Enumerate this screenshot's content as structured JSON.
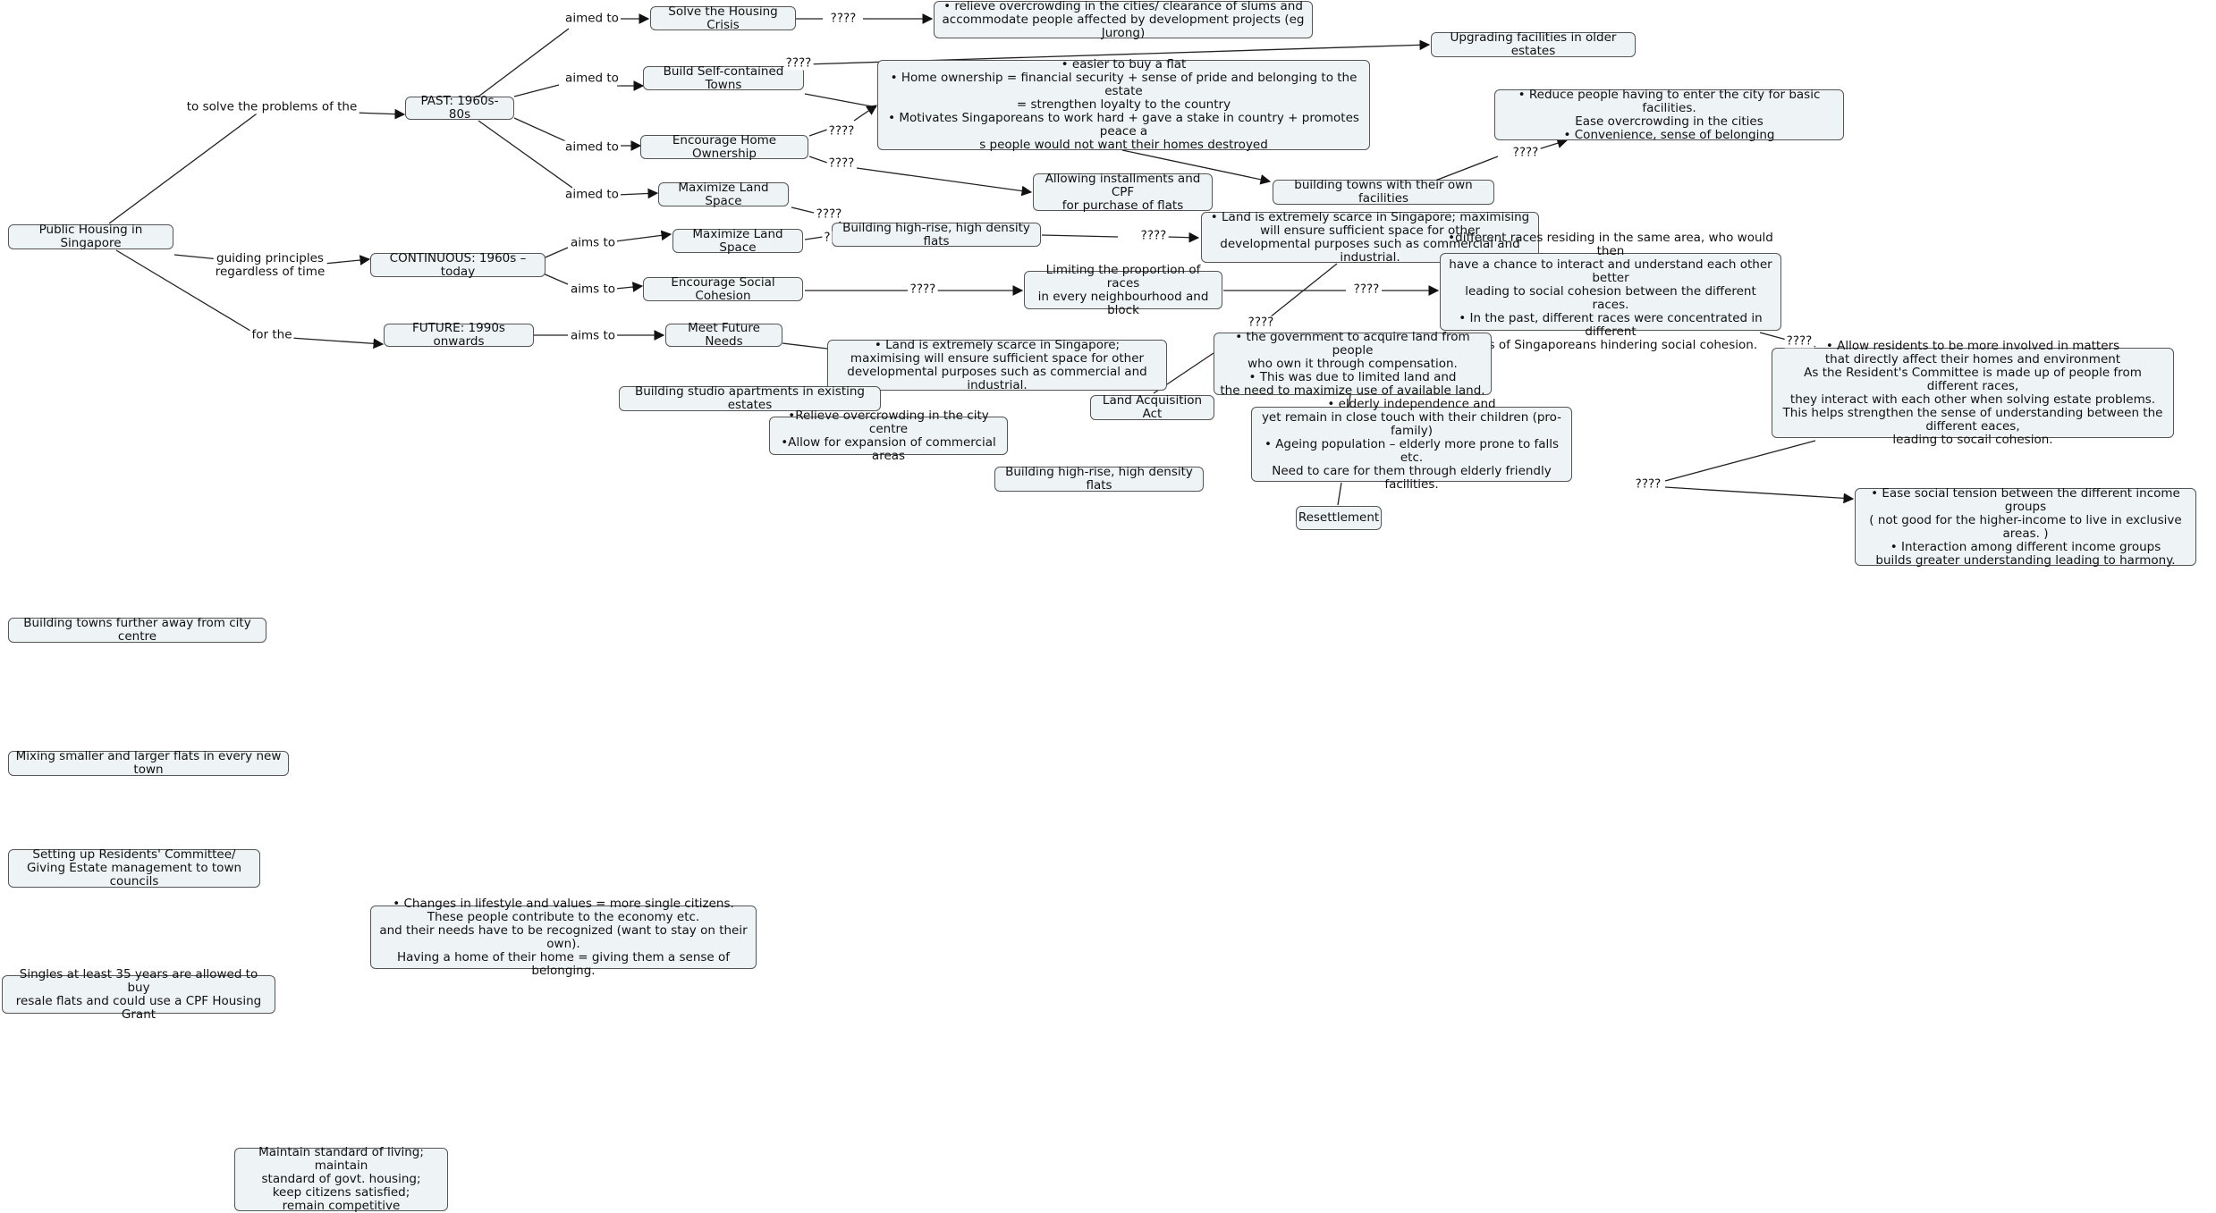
{
  "nodes": {
    "public_housing": "Public Housing in Singapore",
    "past": "PAST: 1960s-80s",
    "continuous": "CONTINUOUS: 1960s – today",
    "future": "FUTURE: 1990s onwards",
    "solve_housing_crisis": "Solve the Housing Crisis",
    "build_self_contained": "Build Self-contained Towns",
    "encourage_home_ownership": "Encourage Home Ownership",
    "maximize_land_past": "Maximize Land Space",
    "maximize_land_cont": "Maximize Land Space",
    "encourage_social_cohesion": "Encourage Social Cohesion",
    "meet_future_needs": "Meet Future Needs",
    "relieve_overcrowding": "• relieve overcrowding in the cities/ clearance of slums and\naccommodate people affected by development projects (eg Jurong)",
    "upgrading_facilities": "Upgrading facilities in older estates",
    "home_ownership_reasons": "•      easier to buy a flat\n•    Home ownership = financial security + sense of pride and belonging to the estate\n= strengthen loyalty to the country\n•    Motivates Singaporeans to work hard + gave a stake in country + promotes peace a\ns people would not want their homes destroyed",
    "reduce_people": "•    Reduce people having to enter the city for basic facilities.\nEase overcrowding in the cities\n•    Convenience, sense of belonging",
    "allowing_installments": "Allowing installments and CPF\nfor purchase of flats",
    "towns_own_facilities": "building towns with their own facilities",
    "high_rise_1": "Building high-rise, high density flats",
    "land_scarce_1": "•    Land is extremely scarce in Singapore; maximising\nwill ensure sufficient space  for other\ndevelopmental purposes such as commercial and industrial.",
    "limiting_races": "Limiting the proportion of races\nin every neighbourhood and block",
    "different_races": "•different races residing in the same area, who would then\nhave a chance to interact and understand each other better\nleading to social cohesion between the different races.\n• In the past, different races were concentrated in different\nparts of Singaporeans hindering social cohesion.",
    "land_scarce_2": "•    Land is extremely scarce in Singapore;\nmaximising will ensure sufficient space  for other\ndevelopmental purposes such as commercial and industrial.",
    "studio_apartments": "Building studio apartments in existing estates",
    "gov_acquire": "•    the government to acquire land from people\nwho own it through compensation.\n•    This was due to limited land and\nthe need to maximize use of available land.",
    "land_acquisition_act": "Land Acquisition Act",
    "relieve_city_centre": "•Relieve overcrowding in the city centre\n•Allow for expansion of commercial areas",
    "elderly": "•    elderly independence and\nyet remain in close touch with their children (pro-family)\n•    Ageing population – elderly more prone to falls etc.\nNeed to care for them through elderly friendly facilities.",
    "high_rise_2": "Building high-rise, high density flats",
    "resettlement": "Resettlement",
    "allow_residents": "•    Allow residents to be more involved in matters\nthat directly affect their homes and environment\nAs the Resident's Committee is made up of people from different races,\nthey interact with each other when solving estate problems.\nThis helps strengthen the sense of understanding between the different eaces,\nleading to socail cohesion.",
    "ease_social_tension": "•    Ease social tension between the different income groups\n( not good for the higher-income to live in exclusive areas. )\n•    Interaction among different income groups\nbuilds greater understanding leading to harmony.",
    "towns_further": "Building towns further away from city centre",
    "mixing_flats": "Mixing smaller and larger flats in every new town",
    "residents_committee": "Setting up Residents' Committee/\nGiving Estate management to town councils",
    "changes_lifestyle": "•    Changes in lifestyle and values = more single citizens.\nThese people contribute to the economy etc.\nand their needs have to be recognized (want to stay on their own).\nHaving a home of their home = giving them a sense of belonging.",
    "singles_35": "Singles at least 35 years are allowed to buy\nresale flats and could use a CPF Housing Grant",
    "maintain_standard": "Maintain standard of living; maintain\nstandard of govt. housing;\nkeep citizens satisfied;\nremain competitive"
  },
  "labels": {
    "to_solve": "to solve the problems of the",
    "guiding": "guiding principles\nregardless of time",
    "for_the": "for the",
    "aimed_to_1": "aimed to",
    "aimed_to_2": "aimed to",
    "aimed_to_3": "aimed to",
    "aimed_to_4": "aimed to",
    "aims_to_1": "aims to",
    "aims_to_2": "aims to",
    "aims_to_3": "aims to",
    "q_solve": "????",
    "q_build": "????",
    "q_home": "????",
    "q_home2": "????",
    "q_max": "????",
    "q_max_cont": "?",
    "q_high": "????",
    "q_social": "????",
    "q_limit": "????",
    "q_facilities": "????",
    "q_land": "????",
    "q_diffraces": "????",
    "q_allow": "????"
  }
}
